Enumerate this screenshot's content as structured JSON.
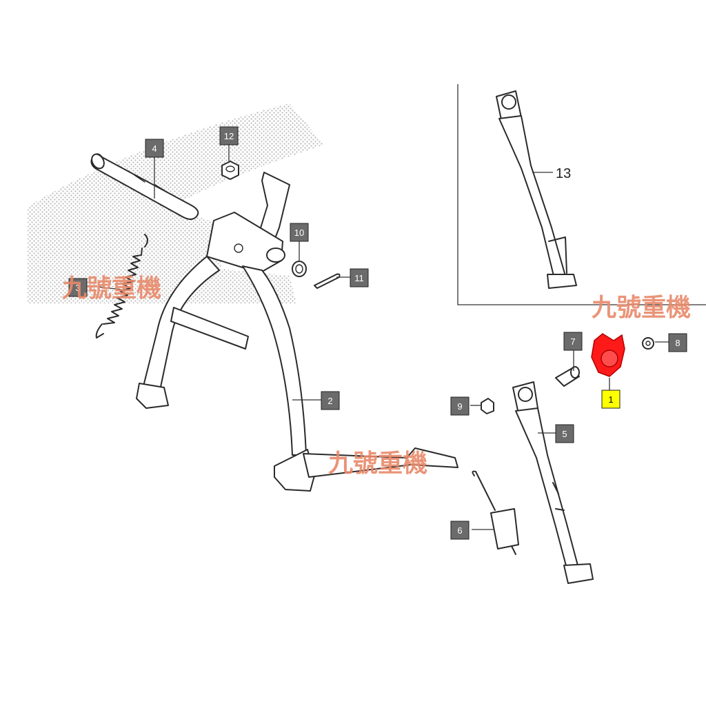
{
  "diagram": {
    "callouts": [
      {
        "id": "label-1",
        "text": "1",
        "highlight": true
      },
      {
        "id": "label-2",
        "text": "2"
      },
      {
        "id": "label-3",
        "text": "3"
      },
      {
        "id": "label-4",
        "text": "4"
      },
      {
        "id": "label-5",
        "text": "5"
      },
      {
        "id": "label-6",
        "text": "6"
      },
      {
        "id": "label-7",
        "text": "7"
      },
      {
        "id": "label-8",
        "text": "8"
      },
      {
        "id": "label-9",
        "text": "9"
      },
      {
        "id": "label-10",
        "text": "10"
      },
      {
        "id": "label-11",
        "text": "11"
      },
      {
        "id": "label-12",
        "text": "12"
      }
    ],
    "inset_label": "13",
    "watermark": "九號重機",
    "colors": {
      "callout_fill": "#6b6b6b",
      "callout_highlight": "#ffff00",
      "highlight_part": "#ff1a1a",
      "watermark": "#e8896a"
    }
  }
}
